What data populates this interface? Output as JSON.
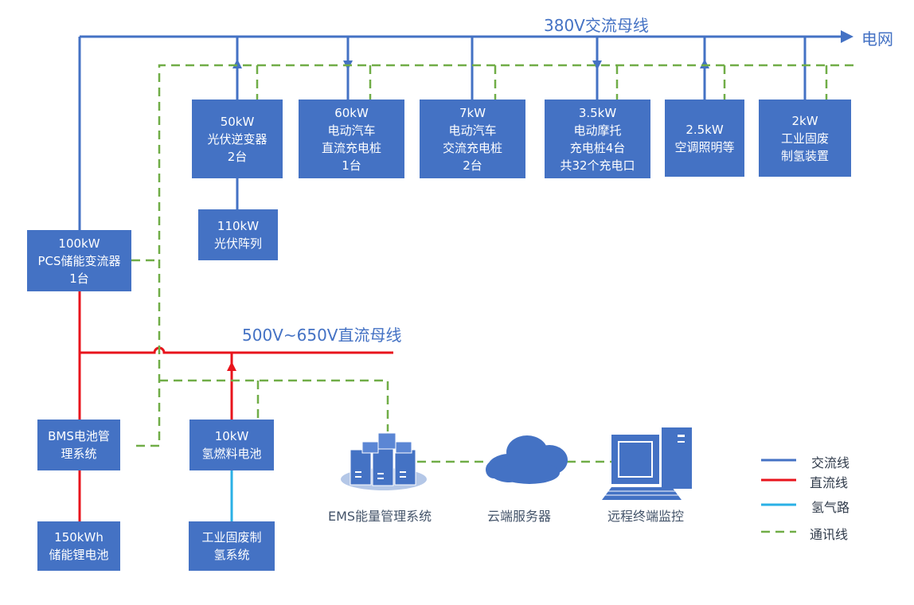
{
  "colors": {
    "ac": "#4472c4",
    "dc": "#e8141c",
    "h2": "#2ab0e6",
    "comm": "#70ad47",
    "box": "#4472c4"
  },
  "labels": {
    "ac_bus": "380V交流母线",
    "grid": "电网",
    "dc_bus": "500V~650V直流母线",
    "ems": "EMS能量管理系统",
    "cloud": "云端服务器",
    "remote": "远程终端监控"
  },
  "boxes": {
    "pv_inverter": [
      "50kW",
      "光伏逆变器",
      "2台"
    ],
    "dc_charger": [
      "60kW",
      "电动汽车",
      "直流充电桩",
      "1台"
    ],
    "ac_charger": [
      "7kW",
      "电动汽车",
      "交流充电桩",
      "2台"
    ],
    "moto_charger": [
      "3.5kW",
      "电动摩托",
      "充电桩4台",
      "共32个充电口"
    ],
    "ac_light": [
      "2.5kW",
      "空调照明等"
    ],
    "h2_device": [
      "2kW",
      "工业固废",
      "制氢装置"
    ],
    "pv_array": [
      "110kW",
      "光伏阵列"
    ],
    "pcs": [
      "100kW",
      "PCS储能变流器",
      "1台"
    ],
    "bms": [
      "BMS电池管",
      "理系统"
    ],
    "fuel_cell": [
      "10kW",
      "氢燃料电池"
    ],
    "battery": [
      "150kWh",
      "储能锂电池"
    ],
    "h2_system": [
      "工业固废制",
      "氢系统"
    ]
  },
  "legend": [
    {
      "label": "交流线",
      "type": "ac"
    },
    {
      "label": "直流线",
      "type": "dc"
    },
    {
      "label": "氢气路",
      "type": "h2"
    },
    {
      "label": "通讯线",
      "type": "comm"
    }
  ],
  "icons": {
    "ems": "server-stack-icon",
    "cloud": "cloud-icon",
    "remote": "desktop-computer-icon"
  }
}
